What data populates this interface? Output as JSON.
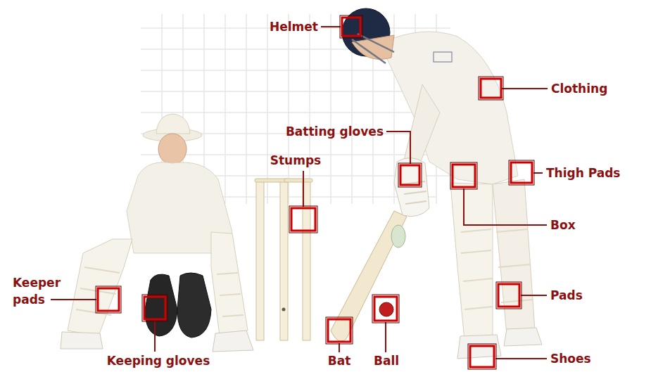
{
  "diagram": {
    "labels": [
      "Helmet",
      "Clothing",
      "Batting gloves",
      "Stumps",
      "Thigh Pads",
      "Box",
      "Keeper pads",
      "Pads",
      "Keeping gloves",
      "Bat",
      "Ball",
      "Shoes"
    ]
  }
}
